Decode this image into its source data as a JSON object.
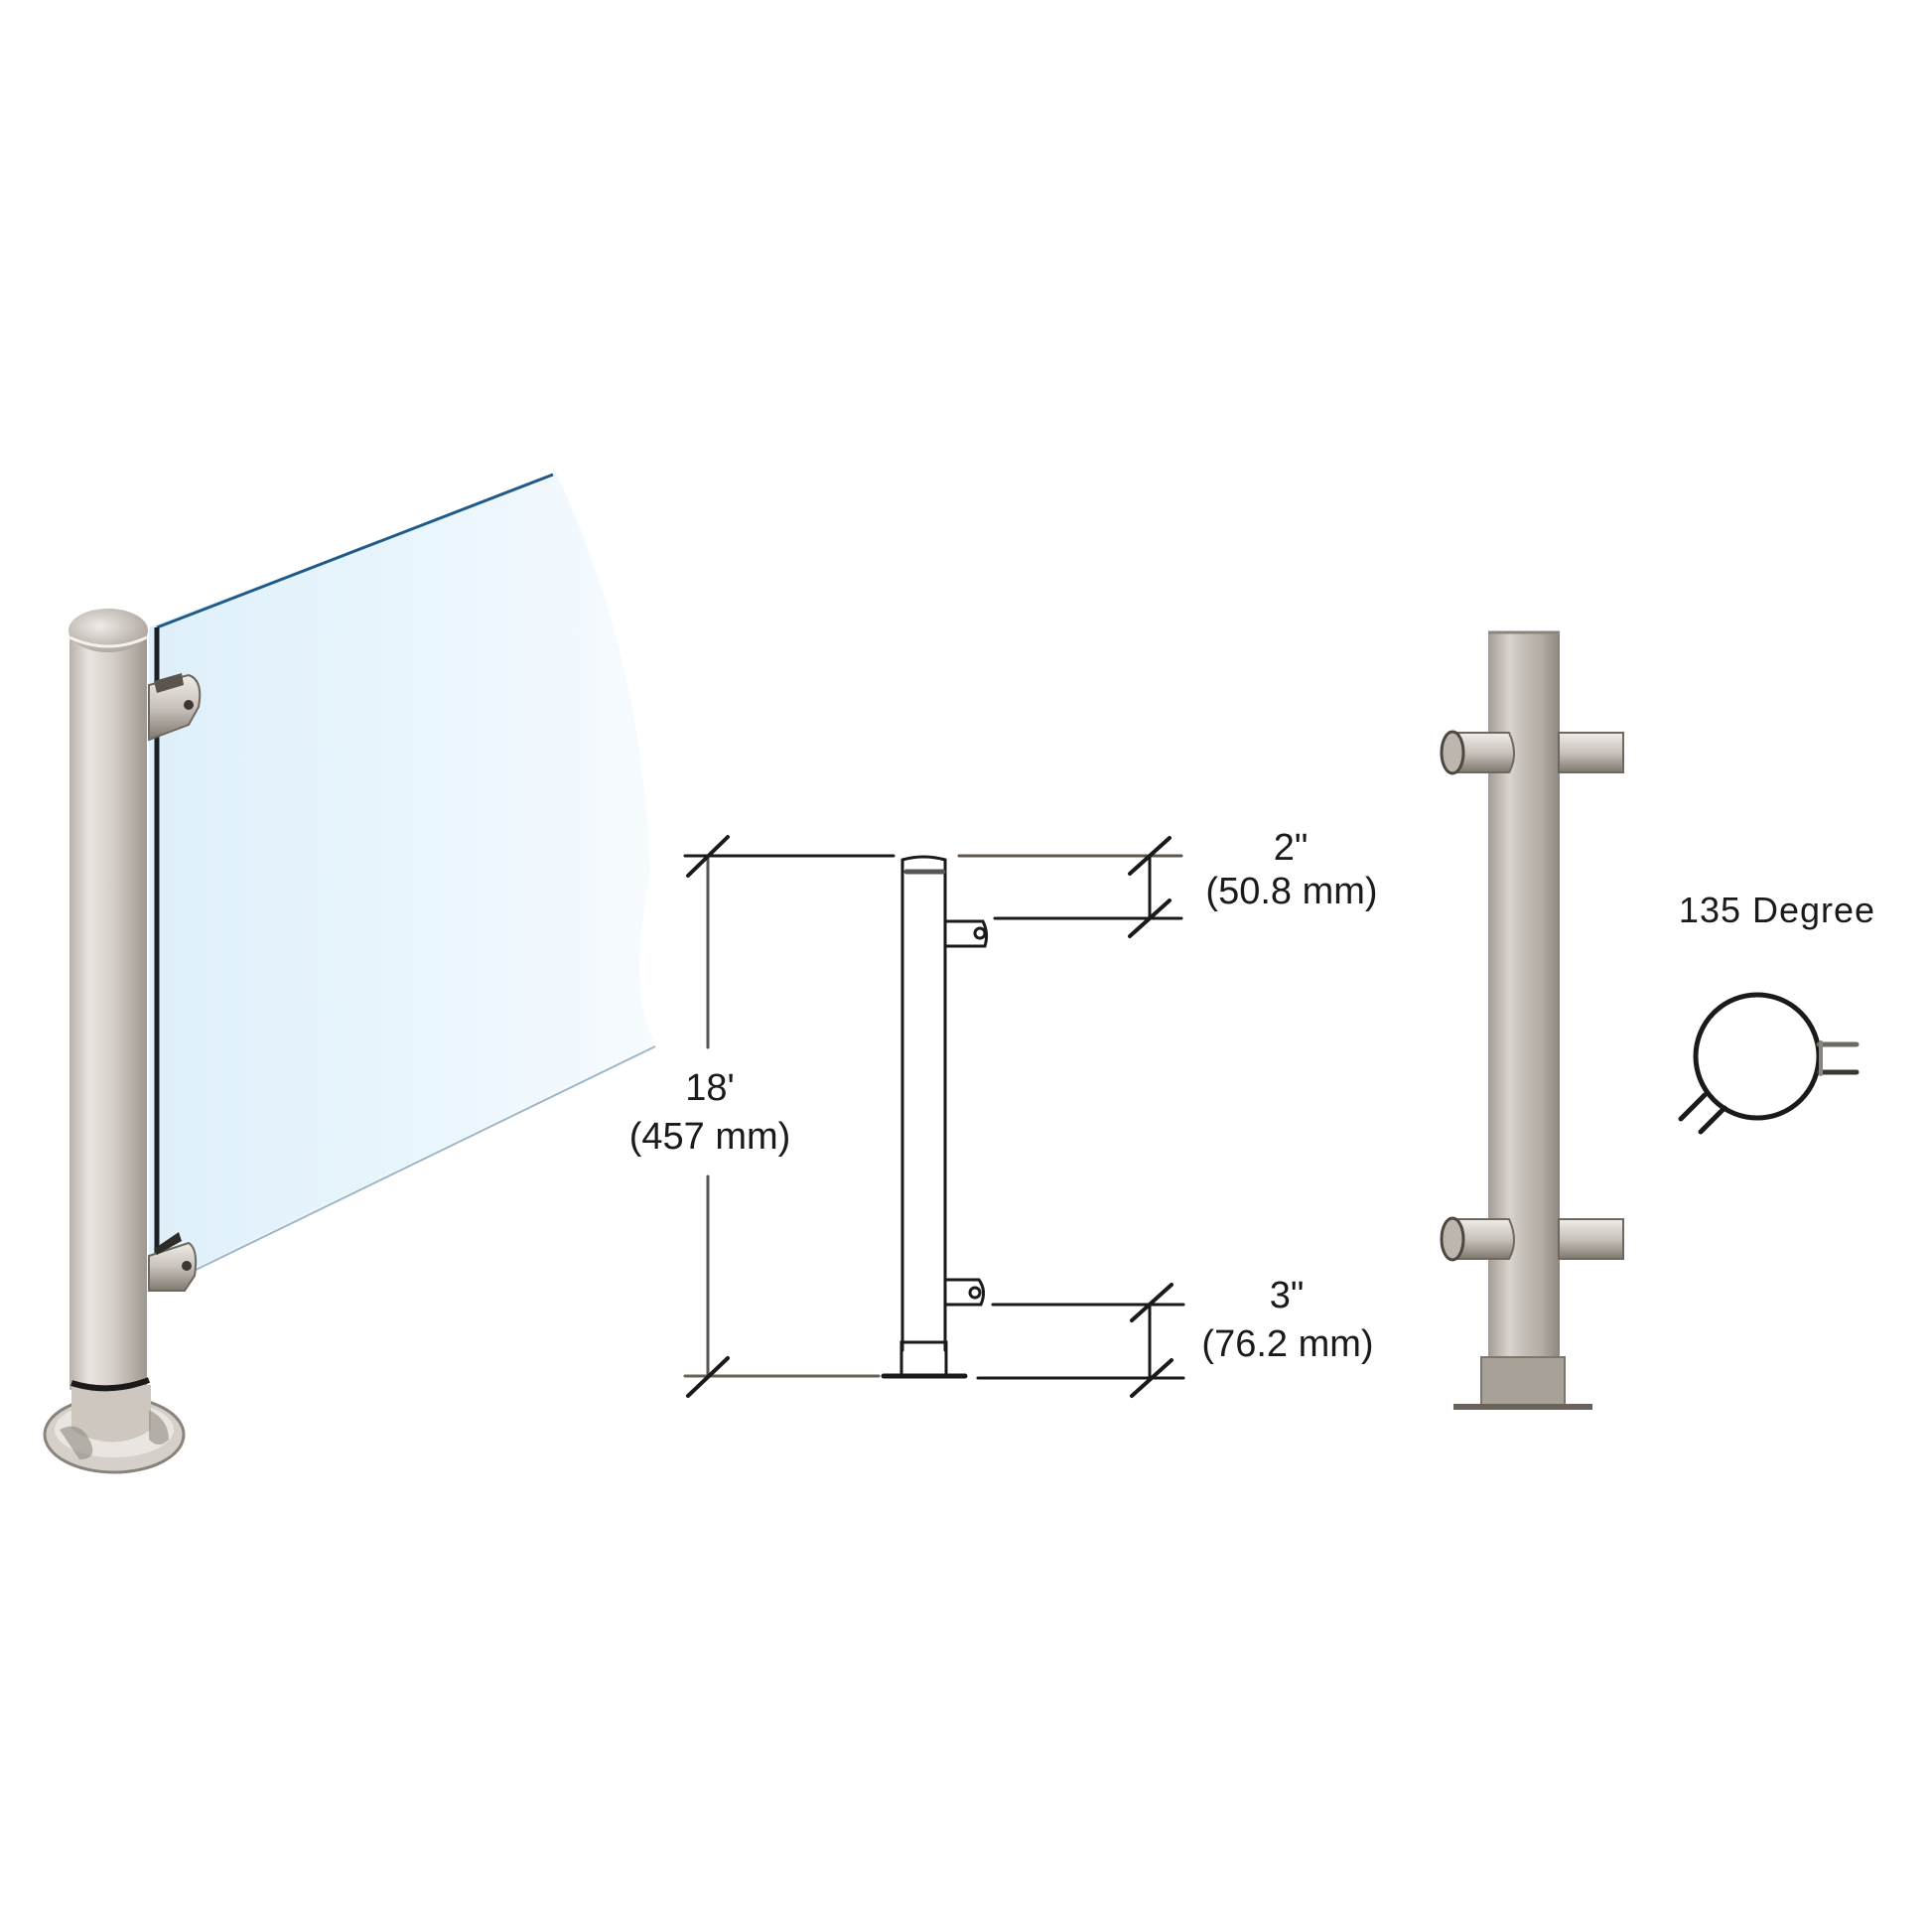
{
  "diagram": {
    "product_photo": {
      "description": "Stainless steel post with glass panel on round base"
    },
    "dimension_drawing": {
      "total_height": {
        "imperial": "18'",
        "metric": "(457 mm)"
      },
      "top_offset": {
        "imperial": "2\"",
        "metric": "(50.8 mm)"
      },
      "bottom_offset": {
        "imperial": "3\"",
        "metric": "(76.2 mm)"
      }
    },
    "post_photo": {
      "description": "Post with two pairs of glass clamps and square base"
    },
    "angle_diagram": {
      "label": "135 Degree"
    }
  },
  "colors": {
    "glass_fill": "#e8f4fc",
    "glass_edge": "#1f5a8a",
    "steel_light": "#e6e1dc",
    "steel_mid": "#bdb6ae",
    "steel_dark": "#8c857d",
    "line": "#1a1a1a"
  }
}
